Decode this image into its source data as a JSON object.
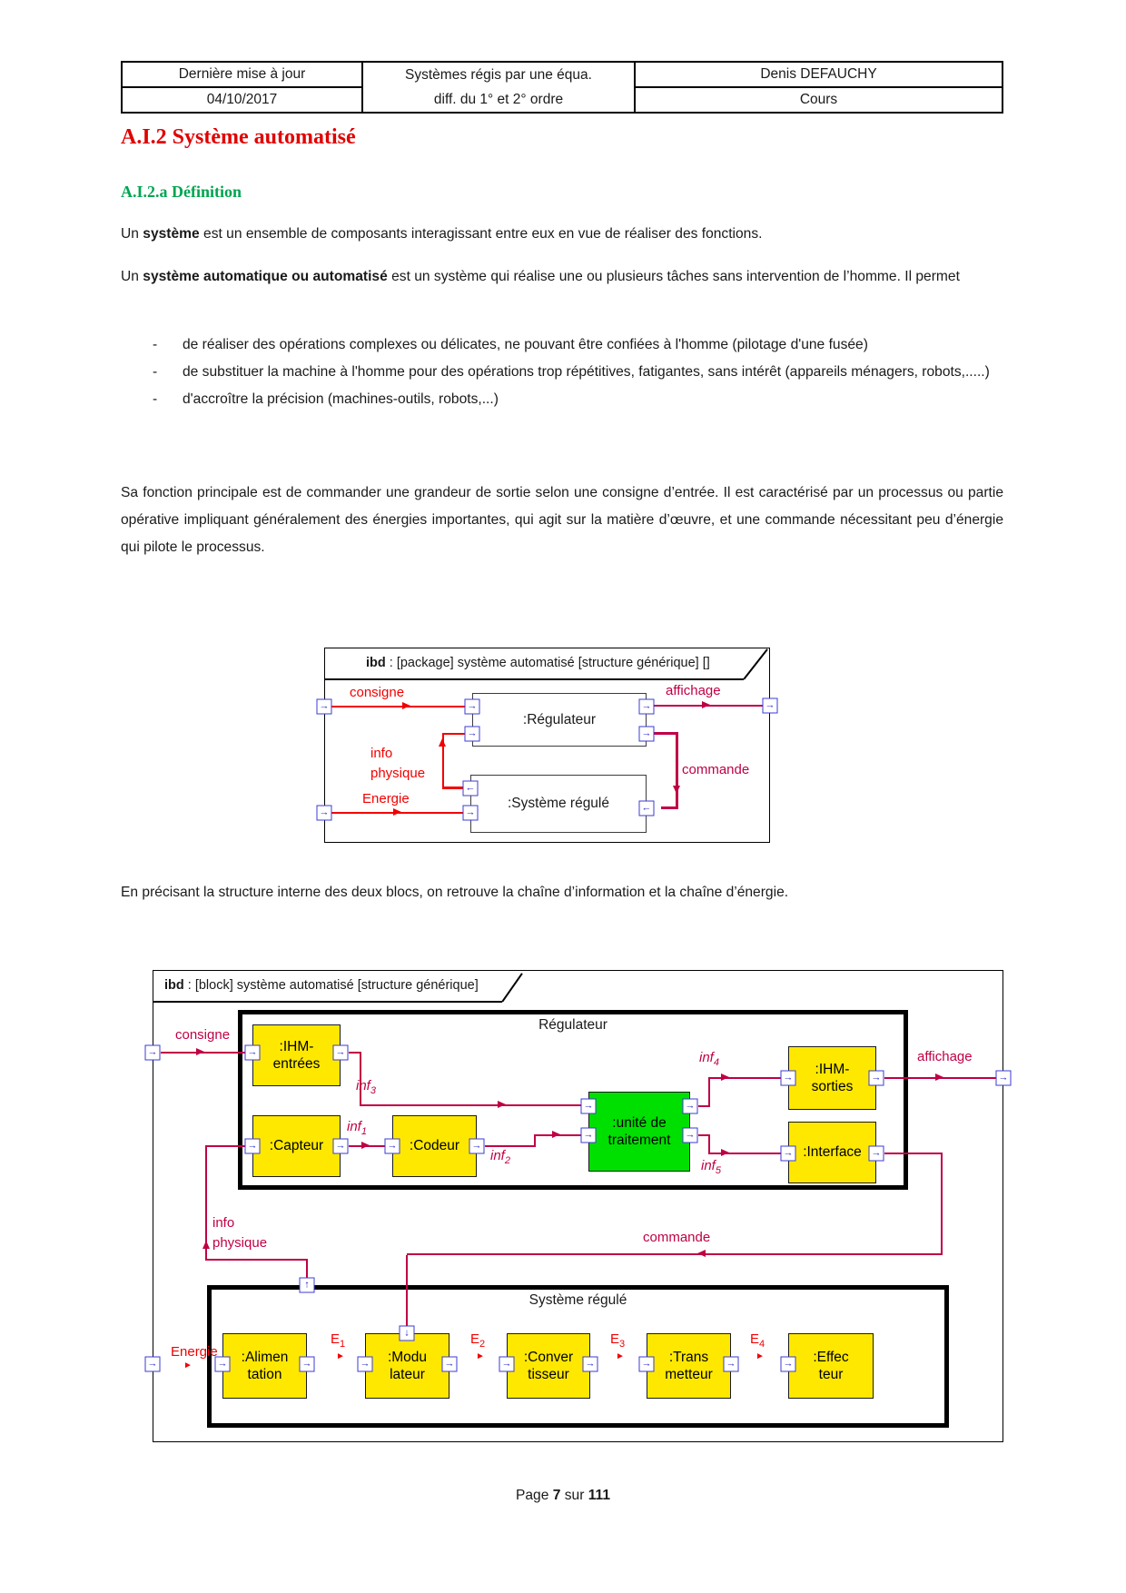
{
  "header_table": {
    "left": {
      "top": "Dernière mise à jour",
      "bottom": "04/10/2017"
    },
    "center": {
      "top": "Systèmes régis par une équa.",
      "bottom": "diff. du 1° et 2° ordre"
    },
    "right": {
      "top": "Denis DEFAUCHY",
      "bottom": "Cours"
    }
  },
  "headings": {
    "section": "A.I.2 Système automatisé",
    "subsection": "A.I.2.a Définition"
  },
  "body": {
    "p1": {
      "pre": "Un ",
      "bold": "système",
      "post": " est un ensemble de composants interagissant entre eux en vue de réaliser des fonctions."
    },
    "p2": {
      "pre": "Un ",
      "bold": "système automatique ou automatisé",
      "post": " est un système qui réalise une ou plusieurs tâches sans intervention de l’homme. Il permet"
    },
    "list": {
      "dash": "-",
      "items": [
        "de réaliser des opérations complexes ou délicates, ne pouvant être confiées à l'homme (pilotage d'une fusée)",
        "de substituer la machine à l'homme pour des opérations trop répétitives, fatigantes, sans intérêt (appareils ménagers, robots,.....)",
        "d'accroître la précision (machines-outils, robots,...)"
      ]
    },
    "p3": "Sa fonction principale est de commander une grandeur de sortie selon une consigne d’entrée. Il est caractérisé par un processus ou partie opérative impliquant généralement des énergies importantes, qui agit sur la matière d’œuvre, et une commande nécessitant peu d’énergie qui pilote le processus.",
    "p4": "En précisant la structure interne des deux blocs, on retrouve la chaîne d’information et la chaîne d’énergie."
  },
  "diagram1": {
    "title": {
      "keyword": "ibd",
      "rest": " : [package] système automatisé [structure générique] []"
    },
    "blocks": {
      "regulateur": ":Régulateur",
      "systeme_regule": ":Système régulé"
    },
    "labels": {
      "consigne": "consigne",
      "affichage": "affichage",
      "commande": "commande",
      "info": "info",
      "physique": "physique",
      "energie": "Energie"
    }
  },
  "diagram2": {
    "title": {
      "keyword": "ibd",
      "rest": " : [block] système automatisé  [structure générique]"
    },
    "regions": {
      "regulateur": "Régulateur",
      "systeme_regule": "Système régulé"
    },
    "blocks": {
      "ihm_entrees": {
        "l1": ":IHM-",
        "l2": "entrées"
      },
      "capteur": ":Capteur",
      "codeur": ":Codeur",
      "unite": {
        "l1": ":unité de",
        "l2": "traitement"
      },
      "ihm_sorties": {
        "l1": ":IHM-",
        "l2": "sorties"
      },
      "interface": ":Interface",
      "alimentation": {
        "l1": ":Alimen",
        "l2": "tation"
      },
      "modulateur": {
        "l1": ":Modu",
        "l2": "lateur"
      },
      "convertisseur": {
        "l1": ":Conver",
        "l2": "tisseur"
      },
      "transmetteur": {
        "l1": ":Trans",
        "l2": "metteur"
      },
      "effecteur": {
        "l1": ":Effec",
        "l2": "teur"
      }
    },
    "labels": {
      "consigne": "consigne",
      "affichage": "affichage",
      "commande": "commande",
      "info": "info",
      "physique": "physique",
      "energie": "Energie"
    },
    "flows": {
      "inf1": {
        "base": "inf",
        "sub": "1"
      },
      "inf2": {
        "base": "inf",
        "sub": "2"
      },
      "inf3": {
        "base": "inf",
        "sub": "3"
      },
      "inf4": {
        "base": "inf",
        "sub": "4"
      },
      "inf5": {
        "base": "inf",
        "sub": "5"
      },
      "e1": {
        "base": "E",
        "sub": "1"
      },
      "e2": {
        "base": "E",
        "sub": "2"
      },
      "e3": {
        "base": "E",
        "sub": "3"
      },
      "e4": {
        "base": "E",
        "sub": "4"
      }
    }
  },
  "icons": {
    "arrow_right": "→",
    "arrow_up": "↑",
    "arrow_down": "↓",
    "arrow_left": "←",
    "flow_arrow": "►"
  },
  "footer": {
    "pre": "Page ",
    "num": "7",
    "mid": " sur ",
    "total": "111"
  },
  "colors": {
    "heading_red": "#e00000",
    "heading_green": "#00a550",
    "line_red": "#f20000",
    "line_crimson": "#c00045",
    "block_yellow": "#ffe800",
    "block_green": "#00e000",
    "port_blue": "#3b3bd6"
  }
}
